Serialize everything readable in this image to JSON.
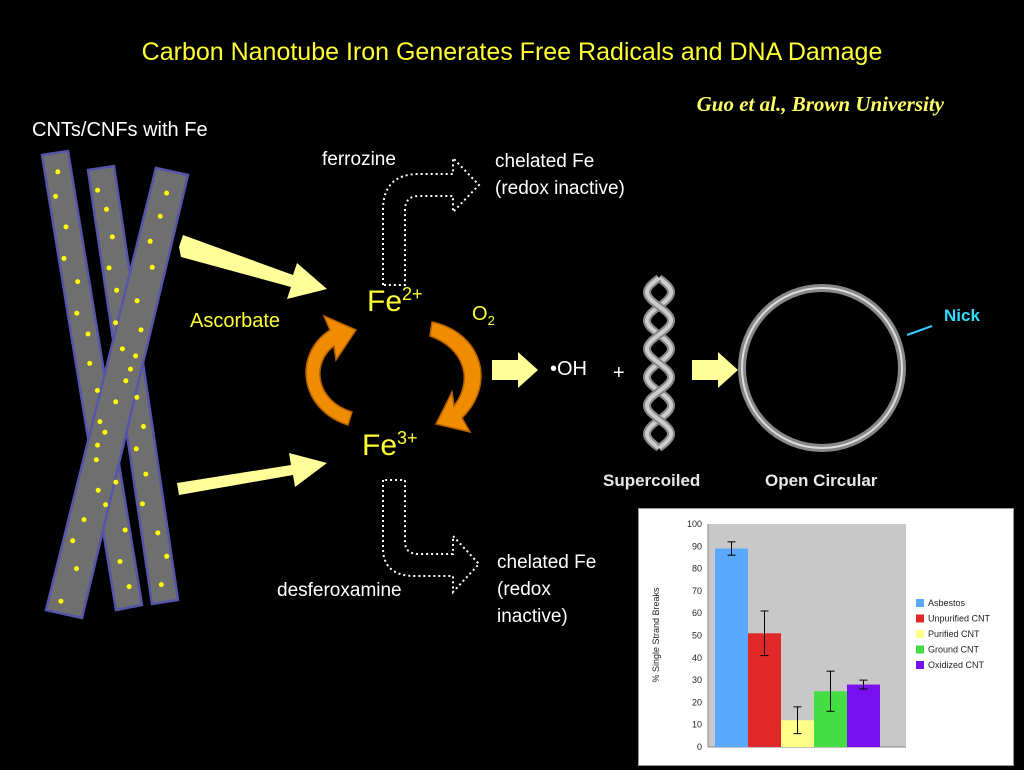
{
  "title": "Carbon Nanotube Iron Generates Free Radicals and DNA Damage",
  "citation": "Guo et al., Brown University",
  "nanotube_label": "CNTs/CNFs with Fe",
  "upper_branch": {
    "chelator": "ferrozine",
    "product_line1": "chelated Fe",
    "product_line2": "(redox inactive)"
  },
  "lower_branch": {
    "chelator": "desferoxamine",
    "product_line1": "chelated Fe",
    "product_line2": "(redox",
    "product_line3": "inactive)"
  },
  "cycle": {
    "fe2_base": "Fe",
    "fe2_charge": "2+",
    "fe3_base": "Fe",
    "fe3_charge": "3+",
    "reductant": "Ascorbate",
    "oxidant_base": "O",
    "oxidant_sub": "2"
  },
  "radical": "•OH",
  "plus": "+",
  "plasmid": {
    "supercoiled": "Supercoiled",
    "open_circular": "Open Circular",
    "nick": "Nick"
  },
  "colors": {
    "title": "#ffff33",
    "arrow_fill": "#ffff99",
    "cycle_arrow": "#f08c00",
    "fiber": "#6f6f6f",
    "fiber_edge": "#5555aa",
    "iron_dot": "#ffff00"
  },
  "chart_data": {
    "type": "bar",
    "ylabel": "% Single Strand Breaks",
    "xlabel": "",
    "ylim": [
      0,
      100
    ],
    "yticks": [
      0,
      10,
      20,
      30,
      40,
      50,
      60,
      70,
      80,
      90,
      100
    ],
    "series": [
      {
        "name": "Asbestos",
        "value": 89,
        "error": 3,
        "color": "#5aa9ff"
      },
      {
        "name": "Unpurified CNT",
        "value": 51,
        "error": 10,
        "color": "#e02828"
      },
      {
        "name": "Purified CNT",
        "value": 12,
        "error": 6,
        "color": "#ffff88"
      },
      {
        "name": "Ground CNT",
        "value": 25,
        "error": 9,
        "color": "#44dd44"
      },
      {
        "name": "Oxidized CNT",
        "value": 28,
        "error": 2,
        "color": "#7711ee"
      }
    ],
    "grid": false,
    "legend": "right"
  }
}
